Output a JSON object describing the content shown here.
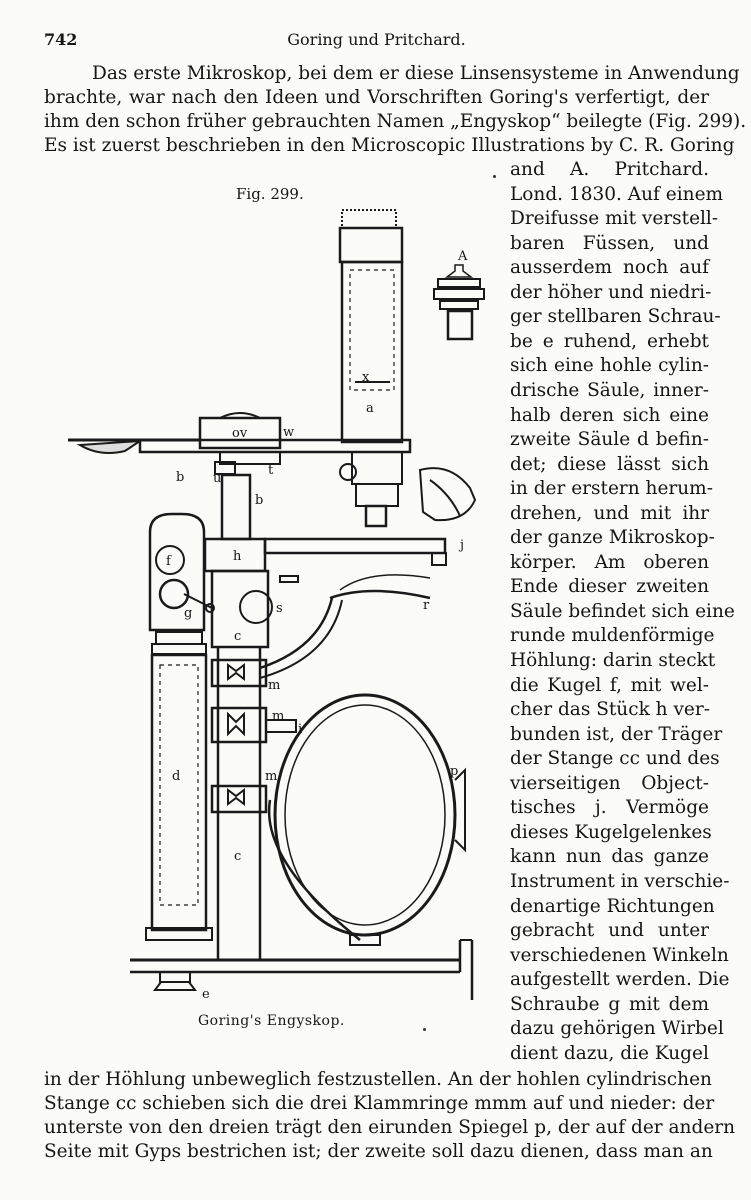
{
  "header": {
    "page_number": "742",
    "running_title": "Goring und Pritchard."
  },
  "figure": {
    "label": "Fig. 299.",
    "caption": "Goring's Engyskop.",
    "letters": {
      "A": "A",
      "a": "a",
      "x": "x",
      "ov": "ov",
      "w": "w",
      "b1": "b",
      "t": "t",
      "u": "u",
      "b2": "b",
      "f": "f",
      "h": "h",
      "j": "j",
      "g": "g",
      "s": "s",
      "r": "r",
      "c1": "c",
      "m1": "m",
      "m2": "m",
      "i": "i",
      "m3": "m",
      "p": "p",
      "d": "d",
      "c2": "c",
      "e": "e"
    }
  },
  "text": {
    "top": [
      "Das erste Mikroskop, bei dem er diese Linsensysteme in Anwendung",
      "brachte, war nach den Ideen und Vorschriften Goring's verfertigt, der",
      "ihm den schon früher gebrauchten Namen „Engyskop“ beilegte (Fig. 299).",
      "Es ist zuerst beschrieben in den Microscopic Illustrations by C. R. Goring"
    ],
    "column": [
      "and A. Pritchard.",
      "Lond. 1830. Auf einem",
      "Dreifusse mit verstell-",
      "baren Füssen, und",
      "ausserdem noch auf",
      "der höher und niedri-",
      "ger stellbaren Schrau-",
      "be e ruhend, erhebt",
      "sich eine hohle cylin-",
      "drische Säule, inner-",
      "halb deren sich eine",
      "zweite Säule d befin-",
      "det; diese lässt sich",
      "in der erstern herum-",
      "drehen, und mit ihr",
      "der ganze Mikroskop-",
      "körper. Am oberen",
      "Ende dieser zweiten",
      "Säule befindet sich eine",
      "runde muldenförmige",
      "Höhlung: darin steckt",
      "die Kugel f, mit wel-",
      "cher das Stück h ver-",
      "bunden ist, der Träger",
      "der Stange cc und des",
      "vierseitigen Object-",
      "tisches j. Vermöge",
      "dieses Kugelgelenkes",
      "kann nun das ganze",
      "Instrument in verschie-",
      "denartige Richtungen",
      "gebracht und unter",
      "verschiedenen Winkeln",
      "aufgestellt werden. Die",
      "Schraube g mit dem",
      "dazu gehörigen Wirbel",
      "dient dazu, die Kugel"
    ],
    "bottom": [
      "in der Höhlung unbeweglich festzustellen. An der hohlen cylindrischen",
      "Stange cc schieben sich die drei Klammringe mmm auf und nieder: der",
      "unterste von den dreien trägt den eirunden Spiegel p, der auf der andern",
      "Seite mit Gyps bestrichen ist; der zweite soll dazu dienen, dass man an"
    ]
  }
}
